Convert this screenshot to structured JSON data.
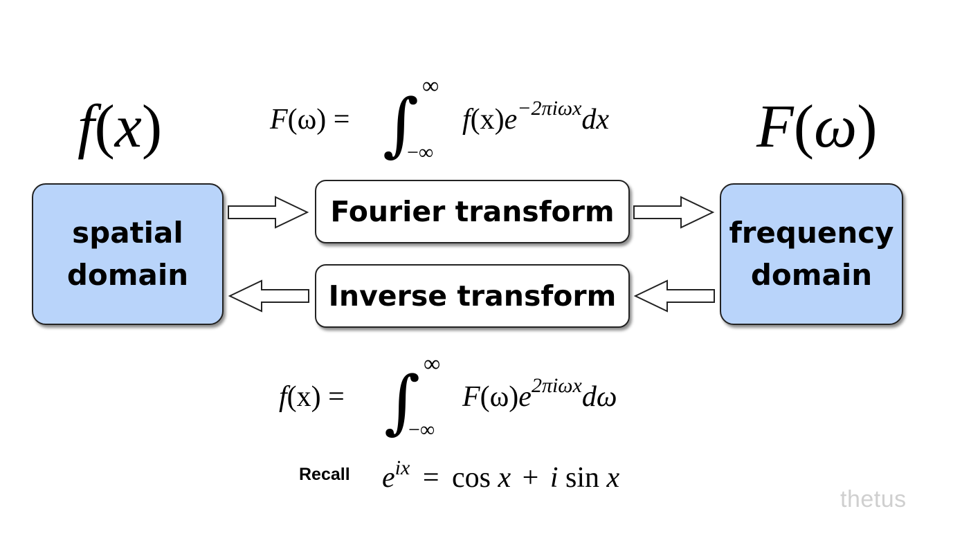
{
  "labels": {
    "spatial_function": {
      "name": "f",
      "open": "(",
      "var": "x",
      "close": ")"
    },
    "frequency_function": {
      "name": "F",
      "open": "(",
      "var": "ω",
      "close": ")"
    }
  },
  "boxes": {
    "spatial": {
      "line1": "spatial",
      "line2": "domain"
    },
    "frequency": {
      "line1": "frequency",
      "line2": "domain"
    },
    "forward": "Fourier transform",
    "inverse": "Inverse transform"
  },
  "equations": {
    "forward": {
      "lhs_name": "F",
      "lhs_arg": "(ω) =",
      "upper": "∞",
      "lower": "−∞",
      "integrand_f": "f",
      "integrand_arg": "(x)",
      "base": "e",
      "exponent": "−2πiωx",
      "differential": "dx"
    },
    "inverse": {
      "lhs_name": "f",
      "lhs_arg": "(x) =",
      "upper": "∞",
      "lower": "−∞",
      "integrand_f": "F",
      "integrand_arg": "(ω)",
      "base": "e",
      "exponent": "2πiωx",
      "differential": "dω"
    },
    "euler": {
      "label": "Recall",
      "base": "e",
      "exponent": "ix",
      "rhs_eq": "=",
      "cos": "cos",
      "x1": "x",
      "plus": "+",
      "i": "i",
      "sin": "sin",
      "x2": "x"
    }
  },
  "watermark": "thetus",
  "colors": {
    "domain_fill": "#b9d4fa",
    "border": "#222222",
    "watermark": "#cfcfcf"
  }
}
